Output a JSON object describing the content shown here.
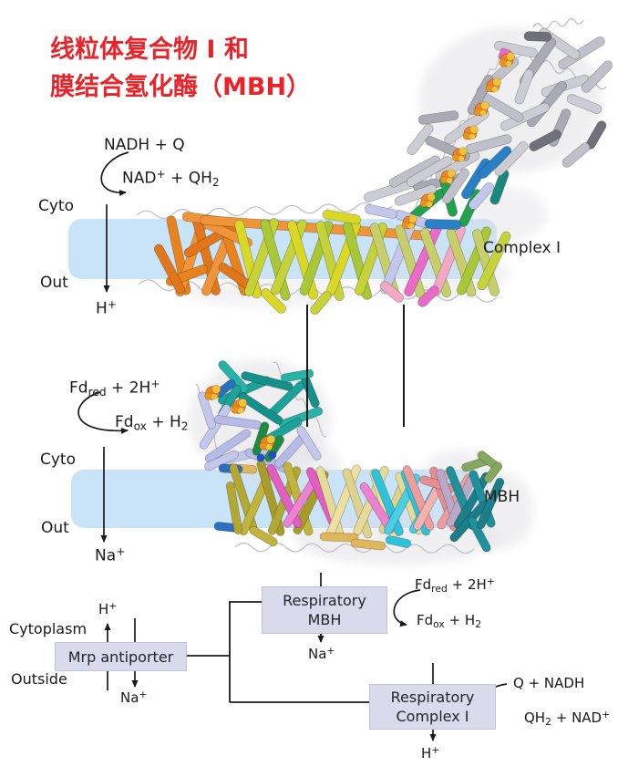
{
  "colors": {
    "accent_red": "#e8232a",
    "membrane_blue": "#c9e4f8",
    "box_lavender": "#d9dbec",
    "text": "#1a1a1a"
  },
  "title": {
    "line1": "线粒体复合物 I 和",
    "line2": "膜结合氢化酶（MBH）"
  },
  "complex_i_panel": {
    "substrate": [
      {
        "t": "NADH + Q"
      }
    ],
    "product": [
      {
        "t": "NAD"
      },
      {
        "t": "+",
        "s": "sup"
      },
      {
        "t": " + QH"
      },
      {
        "t": "2",
        "s": "sub"
      }
    ],
    "cyto_label": "Cyto",
    "out_label": "Out",
    "pumped_ion": [
      {
        "t": "H"
      },
      {
        "t": "+",
        "s": "sup"
      }
    ],
    "name_label": "Complex I"
  },
  "mbh_panel": {
    "substrate": [
      {
        "t": "Fd"
      },
      {
        "t": "red",
        "s": "sub"
      },
      {
        "t": " + 2H"
      },
      {
        "t": "+",
        "s": "sup"
      }
    ],
    "product": [
      {
        "t": "Fd"
      },
      {
        "t": "ox",
        "s": "sub"
      },
      {
        "t": " + H"
      },
      {
        "t": "2",
        "s": "sub"
      }
    ],
    "cyto_label": "Cyto",
    "out_label": "Out",
    "pumped_ion": [
      {
        "t": "Na"
      },
      {
        "t": "+",
        "s": "sup"
      }
    ],
    "name_label": "MBH"
  },
  "schematic": {
    "cytoplasm_label": "Cytoplasm",
    "outside_label": "Outside",
    "mrp_box_label": "Mrp antiporter",
    "mrp_h_ion": [
      {
        "t": "H"
      },
      {
        "t": "+",
        "s": "sup"
      }
    ],
    "mrp_na_ion": [
      {
        "t": "Na"
      },
      {
        "t": "+",
        "s": "sup"
      }
    ],
    "resp_mbh_box": {
      "line1": "Respiratory",
      "line2": "MBH"
    },
    "resp_mbh_na_ion": [
      {
        "t": "Na"
      },
      {
        "t": "+",
        "s": "sup"
      }
    ],
    "resp_mbh_substrate": [
      {
        "t": "Fd"
      },
      {
        "t": "red",
        "s": "sub"
      },
      {
        "t": " + 2H"
      },
      {
        "t": "+",
        "s": "sup"
      }
    ],
    "resp_mbh_product": [
      {
        "t": "Fd"
      },
      {
        "t": "ox",
        "s": "sub"
      },
      {
        "t": " + H"
      },
      {
        "t": "2",
        "s": "sub"
      }
    ],
    "resp_ci_box": {
      "line1": "Respiratory",
      "line2": "Complex I"
    },
    "resp_ci_substrate": [
      {
        "t": "Q + NADH"
      }
    ],
    "resp_ci_product": [
      {
        "t": "QH"
      },
      {
        "t": "2",
        "s": "sub"
      },
      {
        "t": " + NAD"
      },
      {
        "t": "+",
        "s": "sup"
      }
    ],
    "resp_ci_h_ion": [
      {
        "t": "H"
      },
      {
        "t": "+",
        "s": "sup"
      }
    ]
  }
}
